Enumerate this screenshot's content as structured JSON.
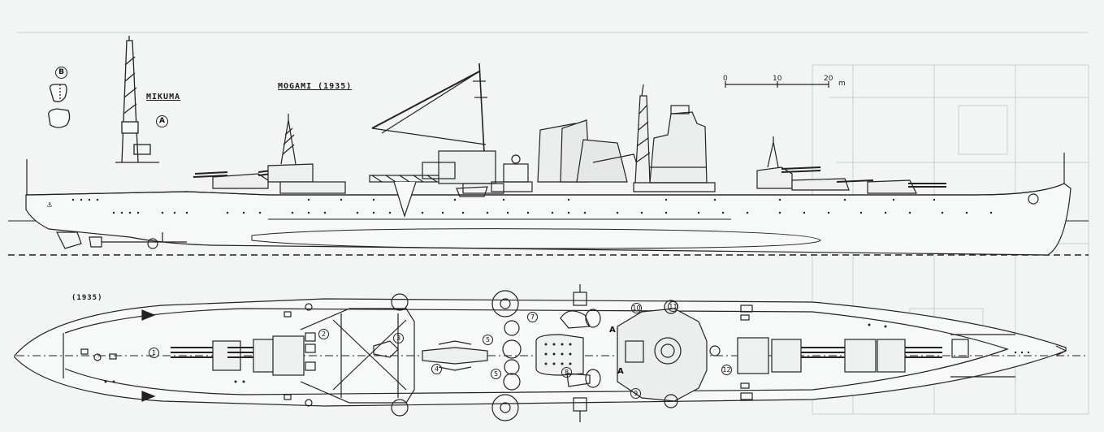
{
  "titles": {
    "main": "MOGAMI (1935)",
    "inset": "MIKUMA",
    "plan": "(1935)"
  },
  "inset_markers": {
    "a": "A",
    "b": "B"
  },
  "scale": {
    "tick0": "0",
    "tick1": "10",
    "tick2": "20",
    "unit": "m"
  },
  "plan_markers": {
    "n1": "1",
    "n2": "2",
    "n3": "3",
    "n4": "4",
    "n5a": "5",
    "n5b": "5",
    "n7": "7",
    "n8": "8",
    "n9": "9",
    "n10": "10",
    "n11": "11",
    "n12": "12",
    "a1": "A",
    "a2": "A"
  },
  "colors": {
    "ink": "#222222",
    "paper": "#f3f5f5",
    "water": "#333333"
  }
}
